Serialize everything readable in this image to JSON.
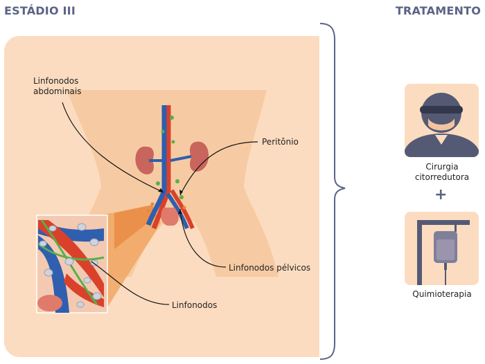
{
  "headings": {
    "left": "ESTÁDIO III",
    "right": "TRATAMENTO"
  },
  "labels": {
    "abdominal_line1": "Linfonodos",
    "abdominal_line2": "abdominais",
    "peritoneum": "Peritônio",
    "pelvic": "Linfonodos pélvicos",
    "lymph": "Linfonodos"
  },
  "treatments": [
    {
      "line1": "Cirurgia",
      "line2": "citorredutora",
      "icon": "surgeon-icon"
    },
    {
      "line1": "Quimioterapia",
      "icon": "iv-bag-icon"
    }
  ],
  "plus_sign": "+",
  "colors": {
    "heading": "#5b6386",
    "panel": "#fcdcc0",
    "body": "#f6cba3",
    "artery": "#d9412b",
    "vein": "#2f5fae",
    "node": "#57b04a"
  }
}
